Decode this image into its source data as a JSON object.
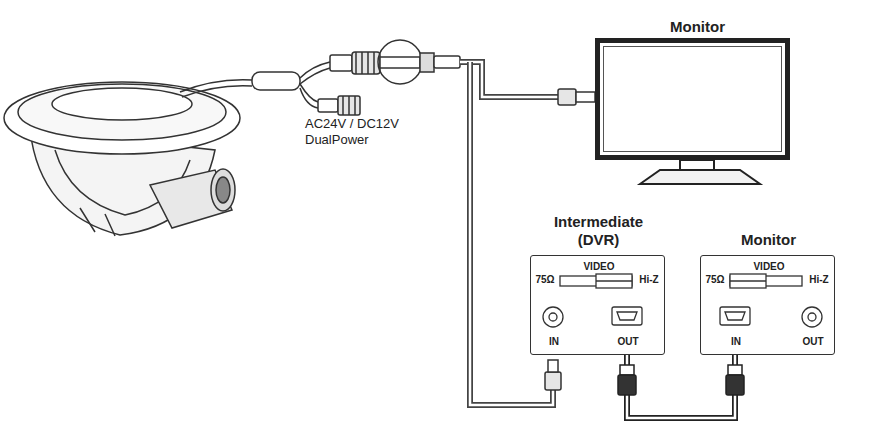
{
  "diagram": {
    "nodes": [
      {
        "text": [
          "Monitor"
        ]
      },
      {
        "text": [
          "Intermediate (DVR)",
          "VIDEO",
          "75Ω",
          "Hi-Z",
          "IN",
          "OUT"
        ]
      },
      {
        "text": [
          "Monitor",
          "VIDEO",
          "75Ω",
          "Hi-Z",
          "IN",
          "OUT"
        ]
      }
    ],
    "edges": [
      {
        "from": 1,
        "to": 2,
        "arrow": "none"
      }
    ],
    "labels": [
      "AC24V / DC12V DualPower"
    ]
  }
}
